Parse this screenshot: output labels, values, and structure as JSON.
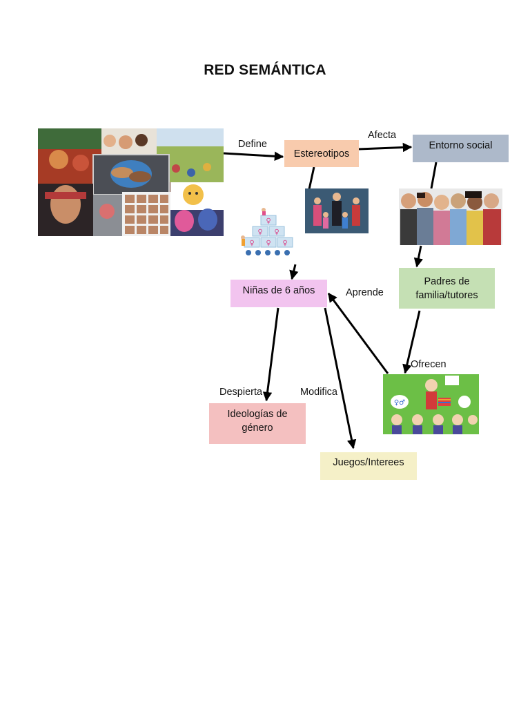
{
  "title": "RED SEMÁNTICA",
  "nodes": {
    "estereotipos": "Estereotipos",
    "entorno": "Entorno social",
    "ninas": "Niñas de 6 años",
    "padres": "Padres de familia/tutores",
    "ideologias": "Ideologías de género",
    "juegos": "Juegos/Interees"
  },
  "edges": {
    "define": "Define",
    "afecta": "Afecta",
    "aprende": "Aprende",
    "ofrecen": "Ofrecen",
    "despierta": "Despierta",
    "modifica": "Modifica"
  },
  "colors": {
    "estereotipos": "#f8cbad",
    "entorno": "#adb9ca",
    "ninas": "#f2c4ef",
    "padres": "#c5e0b4",
    "ideologias": "#f4c0c0",
    "juegos": "#f5f0c8"
  },
  "images": [
    "collage-photo",
    "family-photo",
    "gender-pyramid-illustration",
    "teens-whispering-photo",
    "gender-education-cartoon"
  ]
}
